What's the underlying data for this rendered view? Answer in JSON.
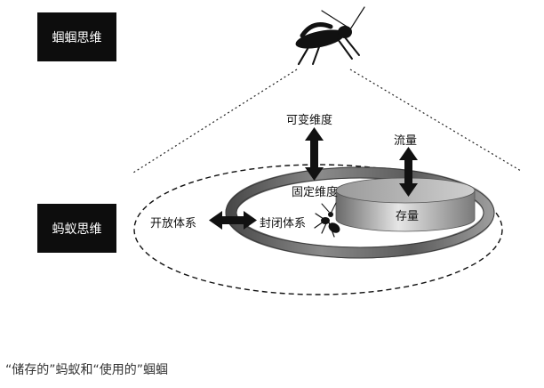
{
  "boxes": {
    "grasshopper_thinking": "蝈蝈思维",
    "ant_thinking": "蚂蚁思维"
  },
  "labels": {
    "variable_dimension": "可变维度",
    "flow": "流量",
    "fixed_dimension": "固定维度",
    "stock": "存量",
    "open_system": "开放体系",
    "closed_system": "封闭体系"
  },
  "caption": "“储存的”蚂蚁和“使用的”蝈蝈",
  "icons": {
    "grasshopper": "grasshopper-icon",
    "ant": "ant-icon"
  },
  "colors": {
    "box_background": "#0d0d0d",
    "box_text": "#ffffff",
    "ring": "#6e6e6e",
    "arrow": "#111111"
  }
}
